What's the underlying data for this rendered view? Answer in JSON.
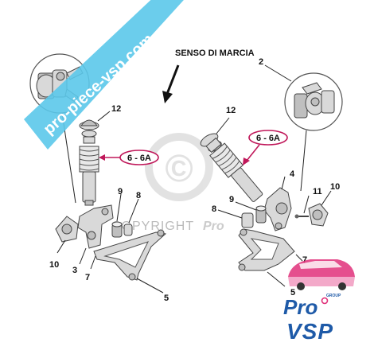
{
  "direction_label": "SENSO DI MARCIA",
  "callout_label": "6 - 6A",
  "left_labels": {
    "l12": "12",
    "l9": "9",
    "l8": "8",
    "l10": "10",
    "l3": "3",
    "l7": "7",
    "l5": "5"
  },
  "right_labels": {
    "r2": "2",
    "r12": "12",
    "r4": "4",
    "r11": "11",
    "r10": "10",
    "r9": "9",
    "r8": "8",
    "r7": "7",
    "r5": "5"
  },
  "watermark": {
    "banner_text": "pro-piece-vsp.com",
    "copyright_text": "COPYRIGHT",
    "copyright_suffix": "Pro",
    "copyright_symbol": "©"
  },
  "logo": {
    "group_text": "GROUP",
    "brand_top": "Pro",
    "brand_bottom": "VSP"
  },
  "colors": {
    "callout": "#c0185a",
    "banner": "#5bc8ea",
    "logo_blue": "#1e5aa8",
    "logo_pink": "#e0307a"
  }
}
